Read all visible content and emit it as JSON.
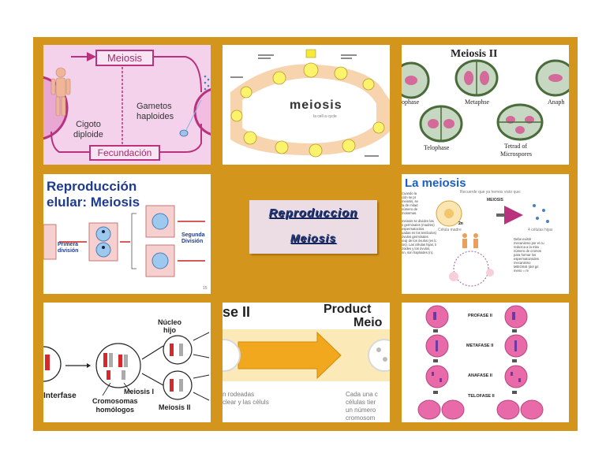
{
  "collage": {
    "tile1": {
      "box_meiosis": "Meiosis",
      "gametos": "Gametos",
      "haploides": "haploides",
      "cigoto": "Cigoto",
      "diploide": "diploide",
      "box_fecundacion": "Fecundación"
    },
    "tile2": {
      "title": "meiosis",
      "subtitle": "la cell a cycle"
    },
    "tile3": {
      "title": "Meiosis II",
      "stages": [
        "ophase",
        "Metaphse",
        "Anaph",
        "Telophase",
        "Tetrad of",
        "Microspores"
      ]
    },
    "tile4": {
      "title_line1": "Reproducción",
      "title_line2": "elular: Meiosis",
      "primera": "Primera",
      "division": "división",
      "segunda": "Segunda",
      "division2": "División",
      "corner": "15"
    },
    "center": {
      "line1": "Reproduccion",
      "line2": "Meiosis"
    },
    "tile6": {
      "title": "La meiosis",
      "recuerde": "Recuerde que ya hemos visto que:",
      "meiosis_label": "MEIOSIS",
      "celula_madre": "Célula madre",
      "dos_n": "2n",
      "cuatro": "4 células hijas",
      "left_text": "Cuando la\nción se pr\nmeiosis, se\nla de mitad\nnúmero de\nmosomas.\n\nmeiosis se dividen las\ns germinales (madres)\nespermatocitos\nuadas en los testículos) y\nóvulos germinales\nrea) de los óvulos (en los\nios). Las células hijas, los\nzoides y los óvulos,\nnn, son haploides (n).",
      "right_text": "Debe existir\nmecanismo por el cu\nreduzca a la mita\nnúmero de cromos\npara formar los\nespermatozoides\nmecanismo\nMEIOSIS (del gri\nmeno = re"
    },
    "tile7": {
      "nucleo": "Núcleo",
      "hijo": "hijo",
      "interfase": "Interfase",
      "meiosis1": "Meiosis I",
      "cromosomas": "Cromosomas",
      "homologos": "homólogos",
      "meiosis2": "Meiosis II"
    },
    "tile8": {
      "fase": "se II",
      "product": "Product",
      "meio": "Meio",
      "left_text1": "n rodeadas",
      "left_text2": "clear y las céluls",
      "right_text1": "Cada una c",
      "right_text2": "células tier",
      "right_text3": "un número",
      "right_text4": "cromosom"
    },
    "tile9": {
      "profase": "PROFASE II",
      "metafase": "METAFASE II",
      "anafase": "ANAFASE II",
      "telofase": "TELOFASE II"
    }
  },
  "colors": {
    "board": "#d4951c",
    "tile1_bg": "#f5d2ec",
    "magenta": "#b8327e",
    "navy": "#233a7a"
  },
  "icons": [
    "human-figure-icon",
    "sperm-icon",
    "cell-icon",
    "chromosome-icon",
    "arrow-icon"
  ]
}
